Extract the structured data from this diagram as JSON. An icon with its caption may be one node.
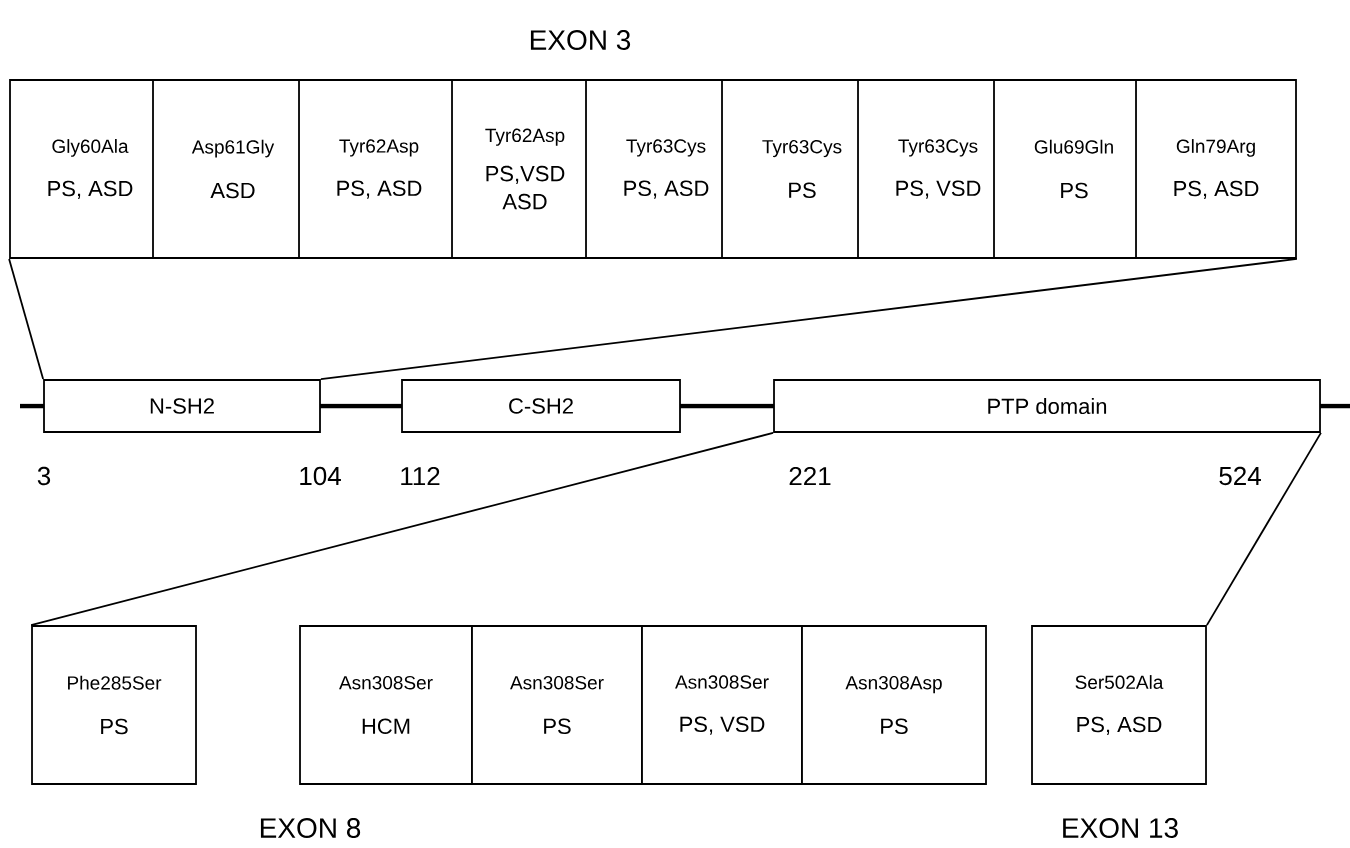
{
  "diagram": {
    "nodes": [
      {
        "text": [
          "Gly60Ala",
          "PS, ASD"
        ]
      },
      {
        "text": [
          "Asp61Gly",
          "ASD"
        ]
      },
      {
        "text": [
          "Tyr62Asp",
          "PS, ASD"
        ]
      },
      {
        "text": [
          "Tyr62Asp",
          "PS,VSD ASD"
        ]
      },
      {
        "text": [
          "Tyr63Cys",
          "PS, ASD"
        ]
      },
      {
        "text": [
          "Tyr63Cys",
          "PS"
        ]
      },
      {
        "text": [
          "Tyr63Cys",
          "PS, VSD"
        ]
      },
      {
        "text": [
          "Glu69Gln",
          "PS"
        ]
      },
      {
        "text": [
          "Gln79Arg",
          "PS, ASD"
        ]
      },
      {
        "text": [
          "N-SH2"
        ]
      },
      {
        "text": [
          "C-SH2"
        ]
      },
      {
        "text": [
          "PTP domain"
        ]
      },
      {
        "text": [
          "Phe285Ser",
          "PS"
        ]
      },
      {
        "text": [
          "Asn308Ser",
          "HCM"
        ]
      },
      {
        "text": [
          "Asn308Ser",
          "PS"
        ]
      },
      {
        "text": [
          "Asn308Ser",
          "PS, VSD"
        ]
      },
      {
        "text": [
          "Asn308Asp",
          "PS"
        ]
      },
      {
        "text": [
          "Ser502Ala",
          "PS, ASD"
        ]
      }
    ],
    "edges": [
      {
        "from": 9,
        "to": 0,
        "arrow": "none"
      },
      {
        "from": 9,
        "to": 8,
        "arrow": "none"
      },
      {
        "from": 11,
        "to": 12,
        "arrow": "none"
      },
      {
        "from": 11,
        "to": 17,
        "arrow": "none"
      }
    ],
    "labels": [
      "EXON 3",
      "3",
      "104",
      "112",
      "221",
      "524",
      "EXON 8",
      "EXON 13"
    ]
  }
}
